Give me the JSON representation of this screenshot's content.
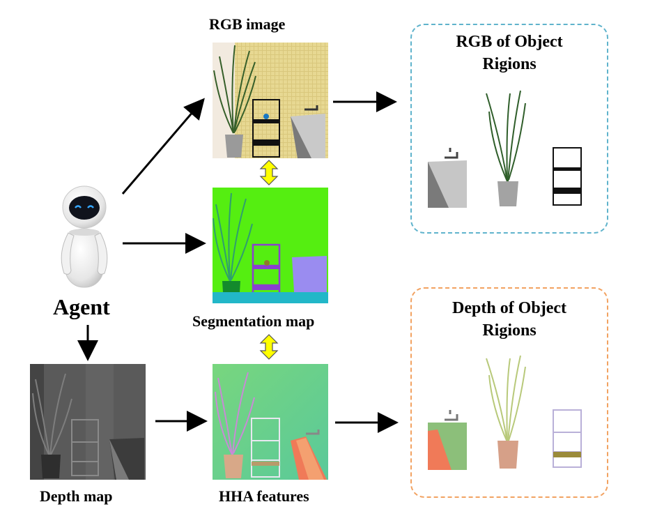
{
  "labels": {
    "rgb_image": "RGB image",
    "segmentation_map": "Segmentation map",
    "hha_features": "HHA features",
    "depth_map": "Depth map",
    "agent": "Agent"
  },
  "boxes": {
    "rgb_regions_line1": "RGB of Object",
    "rgb_regions_line2": "Rigions",
    "depth_regions_line1": "Depth of Object",
    "depth_regions_line2": "Rigions"
  },
  "colors": {
    "rgb_box_border": "#5fb3cc",
    "depth_box_border": "#f2a261",
    "bidirectional_arrow": "#ffff00",
    "segmentation_background": "#55ee11"
  }
}
